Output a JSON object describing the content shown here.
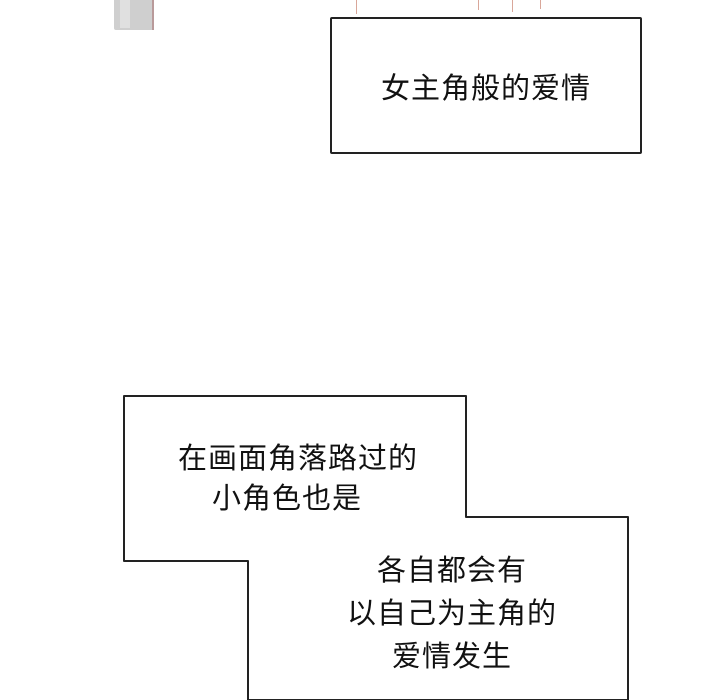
{
  "captions": {
    "top": "女主角般的爱情",
    "bottom_lines": [
      "在画面角落路过的",
      "小角色也是",
      "各自都会有",
      "以自己为主角的",
      "爱情发生"
    ]
  },
  "colors": {
    "background": "#ffffff",
    "border": "#222222",
    "text": "#111111"
  }
}
